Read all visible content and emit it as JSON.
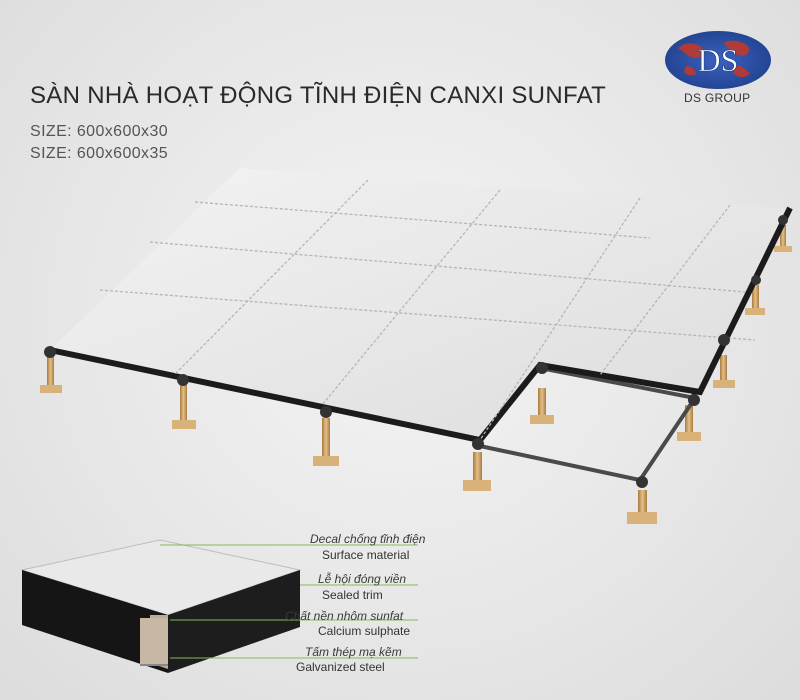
{
  "title": "SÀN NHÀ HOẠT ĐỘNG TĨNH ĐIỆN CANXI SUNFAT",
  "sizes": [
    "SIZE: 600x600x30",
    "SIZE: 600x600x35"
  ],
  "logo": {
    "mark": "DS",
    "name": "DS GROUP"
  },
  "callouts": [
    {
      "vi": "Decal chống tĩnh điện",
      "en": "Surface material"
    },
    {
      "vi": "Lễ hội đóng viền",
      "en": "Sealed trim"
    },
    {
      "vi": "Chất nền nhôm sunfat",
      "en": "Calcium sulphate"
    },
    {
      "vi": "Tấm thép mạ kẽm",
      "en": "Galvanized steel"
    }
  ],
  "colors": {
    "logo_blue": "#2b4fa3",
    "logo_red": "#c0392b",
    "panel": "#eaeaea",
    "edge_black": "#1b1b1b",
    "pedestal_gold": "#c9a062",
    "callout_line": "#7dbf56"
  }
}
